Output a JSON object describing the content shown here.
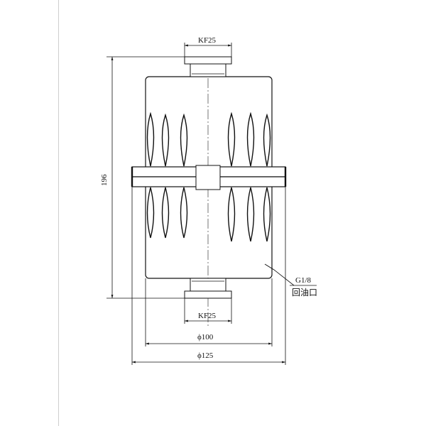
{
  "drawing": {
    "top_flange_label": "KF25",
    "bottom_flange_label": "KF25",
    "height_label": "196",
    "inner_diameter_label": "ϕ100",
    "outer_diameter_label": "ϕ125",
    "port_label": "G1/8",
    "port_name": "回油口"
  }
}
